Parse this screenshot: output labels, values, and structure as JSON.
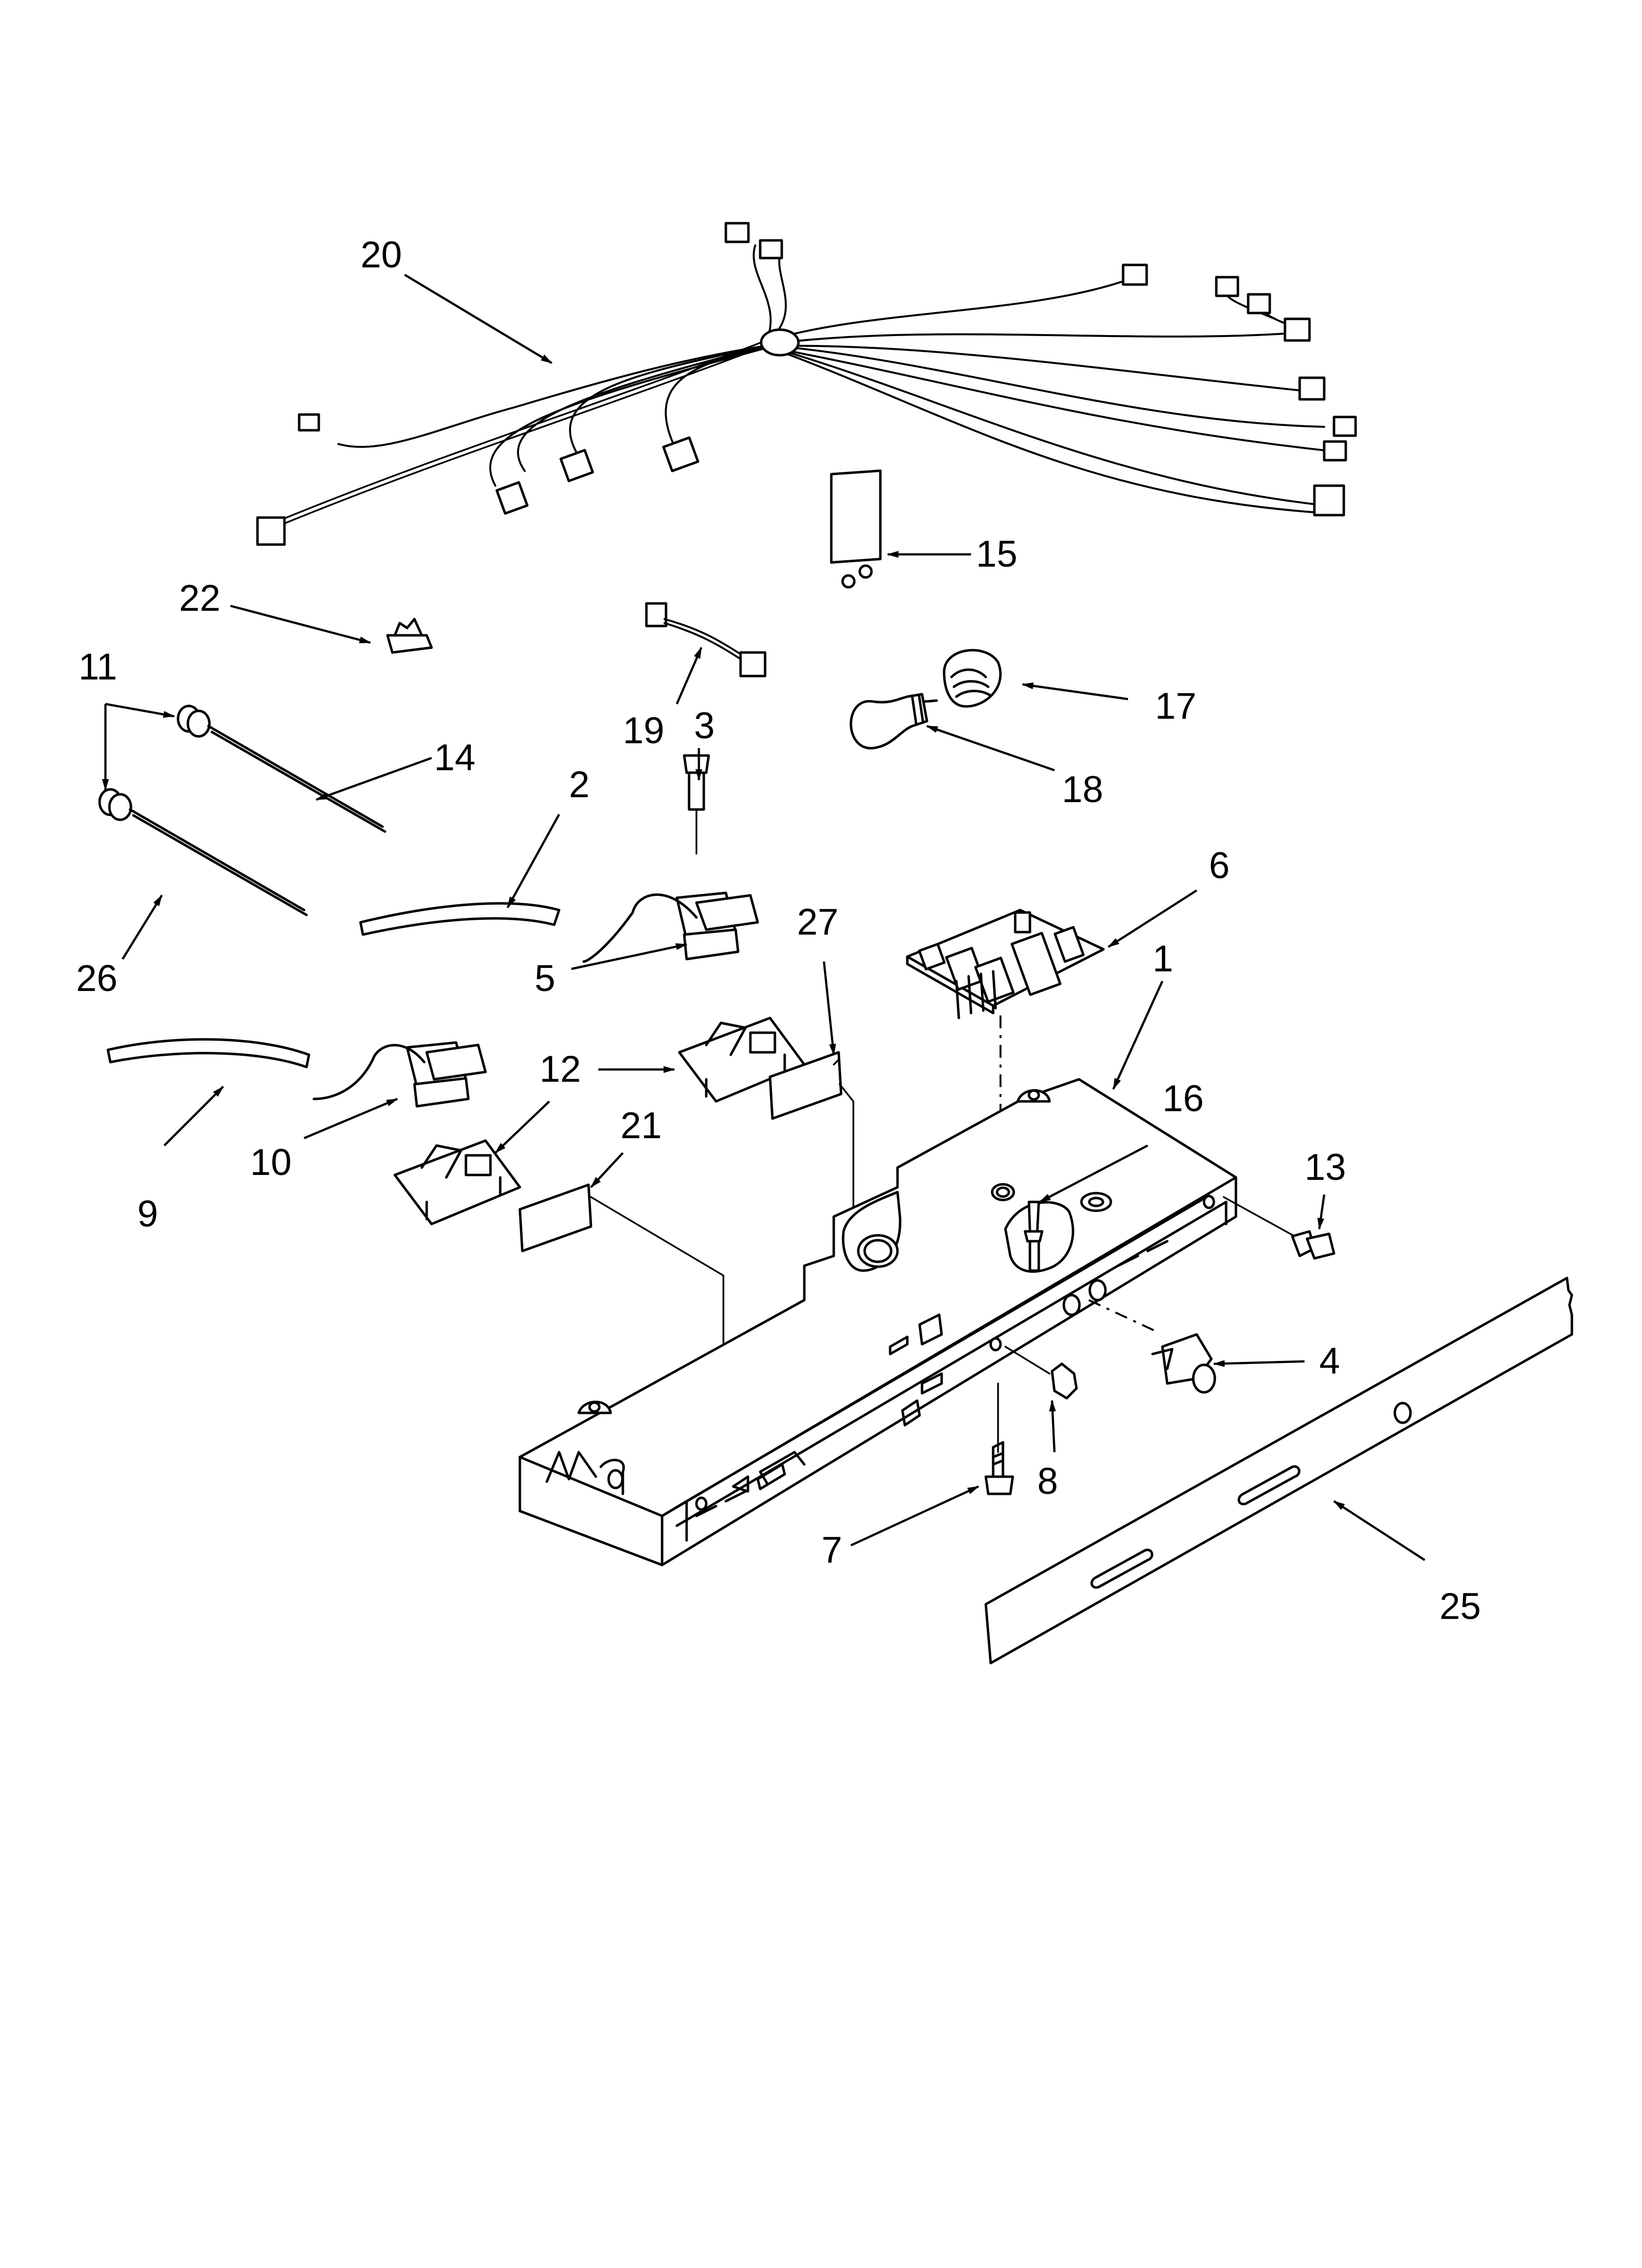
{
  "callouts": {
    "c1": "1",
    "c2": "2",
    "c3": "3",
    "c4": "4",
    "c5": "5",
    "c6": "6",
    "c7": "7",
    "c8": "8",
    "c9": "9",
    "c10": "10",
    "c11": "11",
    "c12": "12",
    "c13": "13",
    "c14": "14",
    "c15": "15",
    "c16": "16",
    "c17": "17",
    "c18": "18",
    "c19": "19",
    "c20": "20",
    "c21": "21",
    "c22": "22",
    "c25": "25",
    "c26": "26",
    "c27": "27"
  }
}
